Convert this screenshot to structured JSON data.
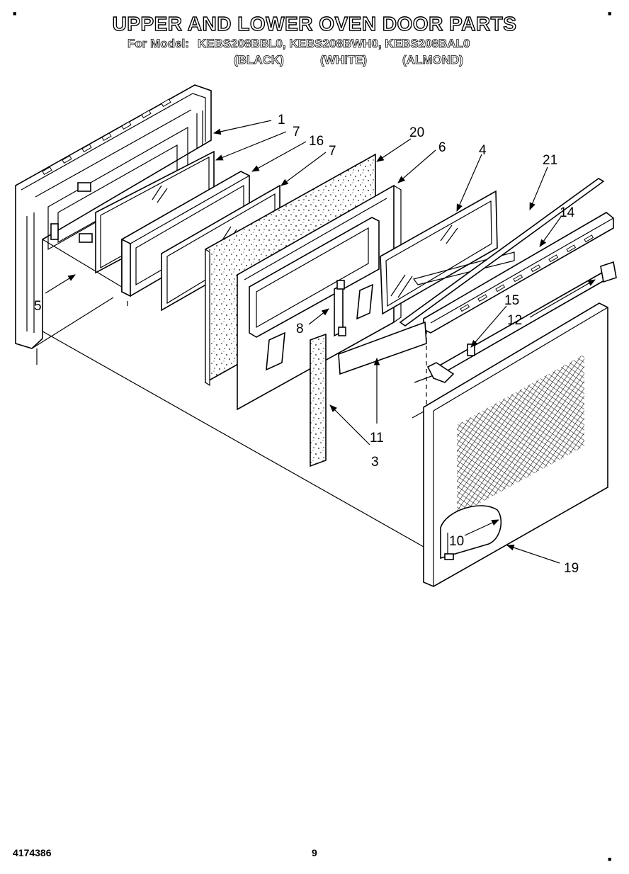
{
  "header": {
    "title": "UPPER AND LOWER OVEN DOOR PARTS",
    "for_model_label": "For Model:",
    "models": "KEBS208BBL0, KEBS208BWH0, KEBS208BAL0",
    "color_black": "(BLACK)",
    "color_white": "(WHITE)",
    "color_almond": "(ALMOND)"
  },
  "callouts": {
    "c1": "1",
    "c7a": "7",
    "c16": "16",
    "c7b": "7",
    "c20": "20",
    "c6": "6",
    "c4": "4",
    "c21": "21",
    "c14": "14",
    "c5": "5",
    "c8": "8",
    "c15": "15",
    "c12": "12",
    "c11": "11",
    "c3": "3",
    "c10": "10",
    "c19": "19"
  },
  "footer": {
    "doc_number": "4174386",
    "page_number": "9"
  }
}
